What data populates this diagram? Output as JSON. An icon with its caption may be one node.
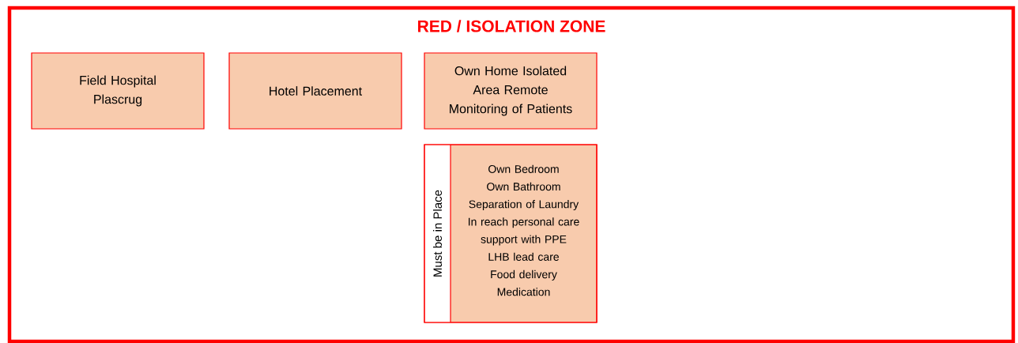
{
  "diagram": {
    "nodes": [
      {
        "text": [
          "RED  / ISOLATION ZONE"
        ]
      },
      {
        "text": [
          "Field Hospital Plascrug"
        ],
        "in": 0
      },
      {
        "text": [
          "Hotel Placement"
        ],
        "in": 0
      },
      {
        "text": [
          "Own Home Isolated Area Remote Monitoring of Patients"
        ],
        "in": 0
      },
      {
        "text": [
          "Must be in Place",
          "Own Bedroom",
          "Own Bathroom",
          "Separation of Laundry",
          "In reach personal care support with PPE",
          "LHB lead care",
          "Food delivery",
          "Medication"
        ],
        "in": 0
      }
    ]
  }
}
